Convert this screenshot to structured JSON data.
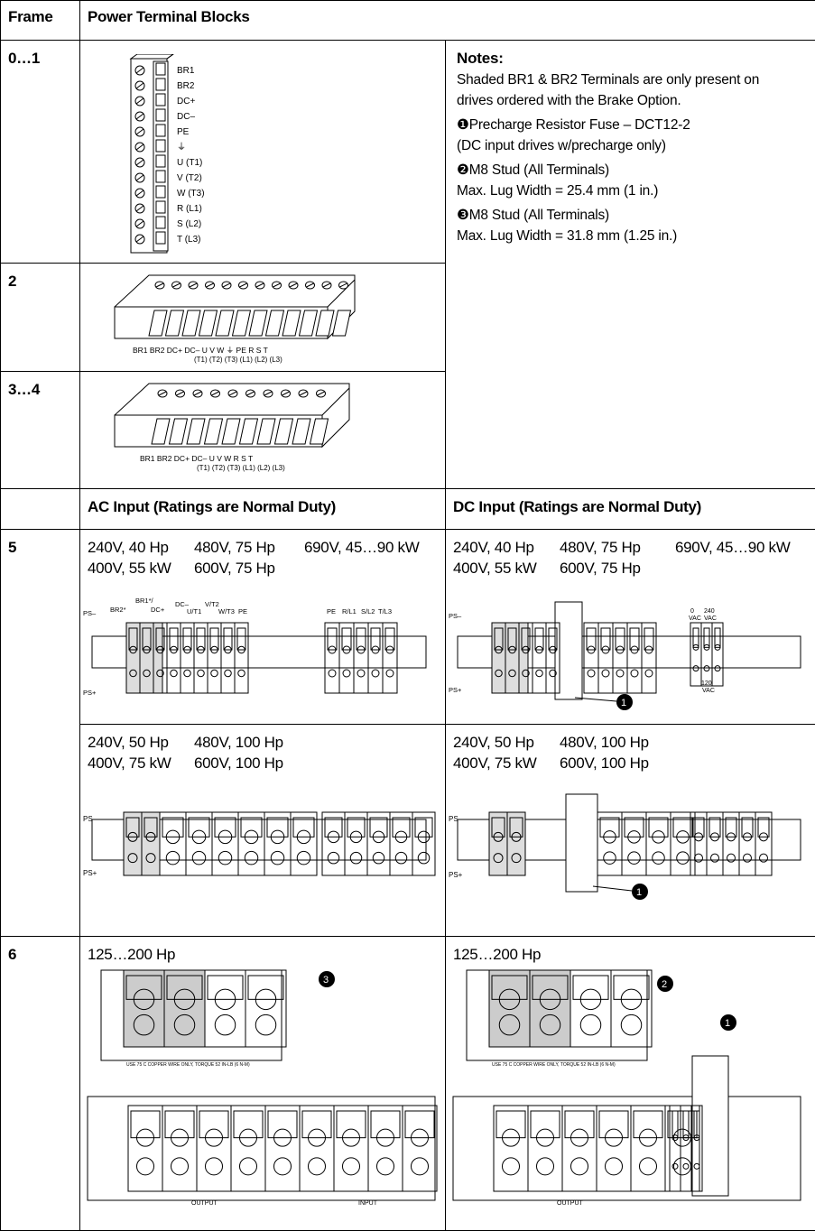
{
  "header": {
    "col_frame": "Frame",
    "col_blocks": "Power Terminal Blocks"
  },
  "frames": {
    "f01": "0…1",
    "f2": "2",
    "f34": "3…4",
    "f5": "5",
    "f6": "6"
  },
  "frame01_labels": [
    "BR1",
    "BR2",
    "DC+",
    "DC–",
    "PE",
    "⏚",
    "U (T1)",
    "V (T2)",
    "W (T3)",
    "R (L1)",
    "S (L2)",
    "T (L3)"
  ],
  "frame2_labels": "BR1 BR2 DC+ DC–  U   V   W  ⏚  PE   R   S   T",
  "frame2_sub": "(T1) (T2) (T3)                (L1) (L2) (L3)",
  "frame34_labels": "BR1 BR2 DC+ DC–  U   V   W   R   S   T",
  "frame34_sub": "(T1) (T2) (T3) (L1) (L2) (L3)",
  "notes": {
    "title": "Notes:",
    "line1": "Shaded BR1 & BR2 Terminals are only present on drives ordered with the Brake Option.",
    "n1": "❶Precharge Resistor Fuse – DCT12-2",
    "n1b": "(DC input drives w/precharge only)",
    "n2": "❷M8 Stud (All Terminals)",
    "n2b": "Max. Lug Width = 25.4 mm (1 in.)",
    "n3": "❸M8 Stud (All Terminals)",
    "n3b": "Max. Lug Width = 31.8 mm (1.25 in.)"
  },
  "subheaders": {
    "ac": "AC Input (Ratings are Normal Duty)",
    "dc": "DC Input (Ratings are Normal Duty)"
  },
  "frame5_a": {
    "r1c1": "240V, 40 Hp",
    "r1c2": "480V, 75 Hp",
    "r1c3": "690V, 45…90 kW",
    "r2c1": "400V, 55 kW",
    "r2c2": "600V, 75 Hp"
  },
  "frame5_b": {
    "r1c1": "240V, 50 Hp",
    "r1c2": "480V, 100 Hp",
    "r2c1": "400V, 75 kW",
    "r2c2": "600V, 100 Hp"
  },
  "frame6": {
    "ac": "125…200 Hp",
    "dc": "125…200 Hp"
  },
  "diagram_labels": {
    "ps_minus": "PS–",
    "ps_plus": "PS+",
    "br1": "BR1*/",
    "br2": "BR2*",
    "dcp": "DC+",
    "dcm": "DC–",
    "ut1": "U/T1",
    "vt2": "V/T2",
    "wt3": "W/T3",
    "pe": "PE",
    "rl1": "R/L1",
    "sl2": "S/L2",
    "tl3": "T/L3",
    "vac0": "0",
    "vac": "VAC",
    "v240": "240",
    "v120": "120",
    "copper": "USE 75 C COPPER WIRE ONLY, TORQUE 52 IN-LB (6 N-M)",
    "output": "OUTPUT",
    "input": "INPUT",
    "m1": "❶",
    "m2": "❷",
    "m3": "❸"
  }
}
